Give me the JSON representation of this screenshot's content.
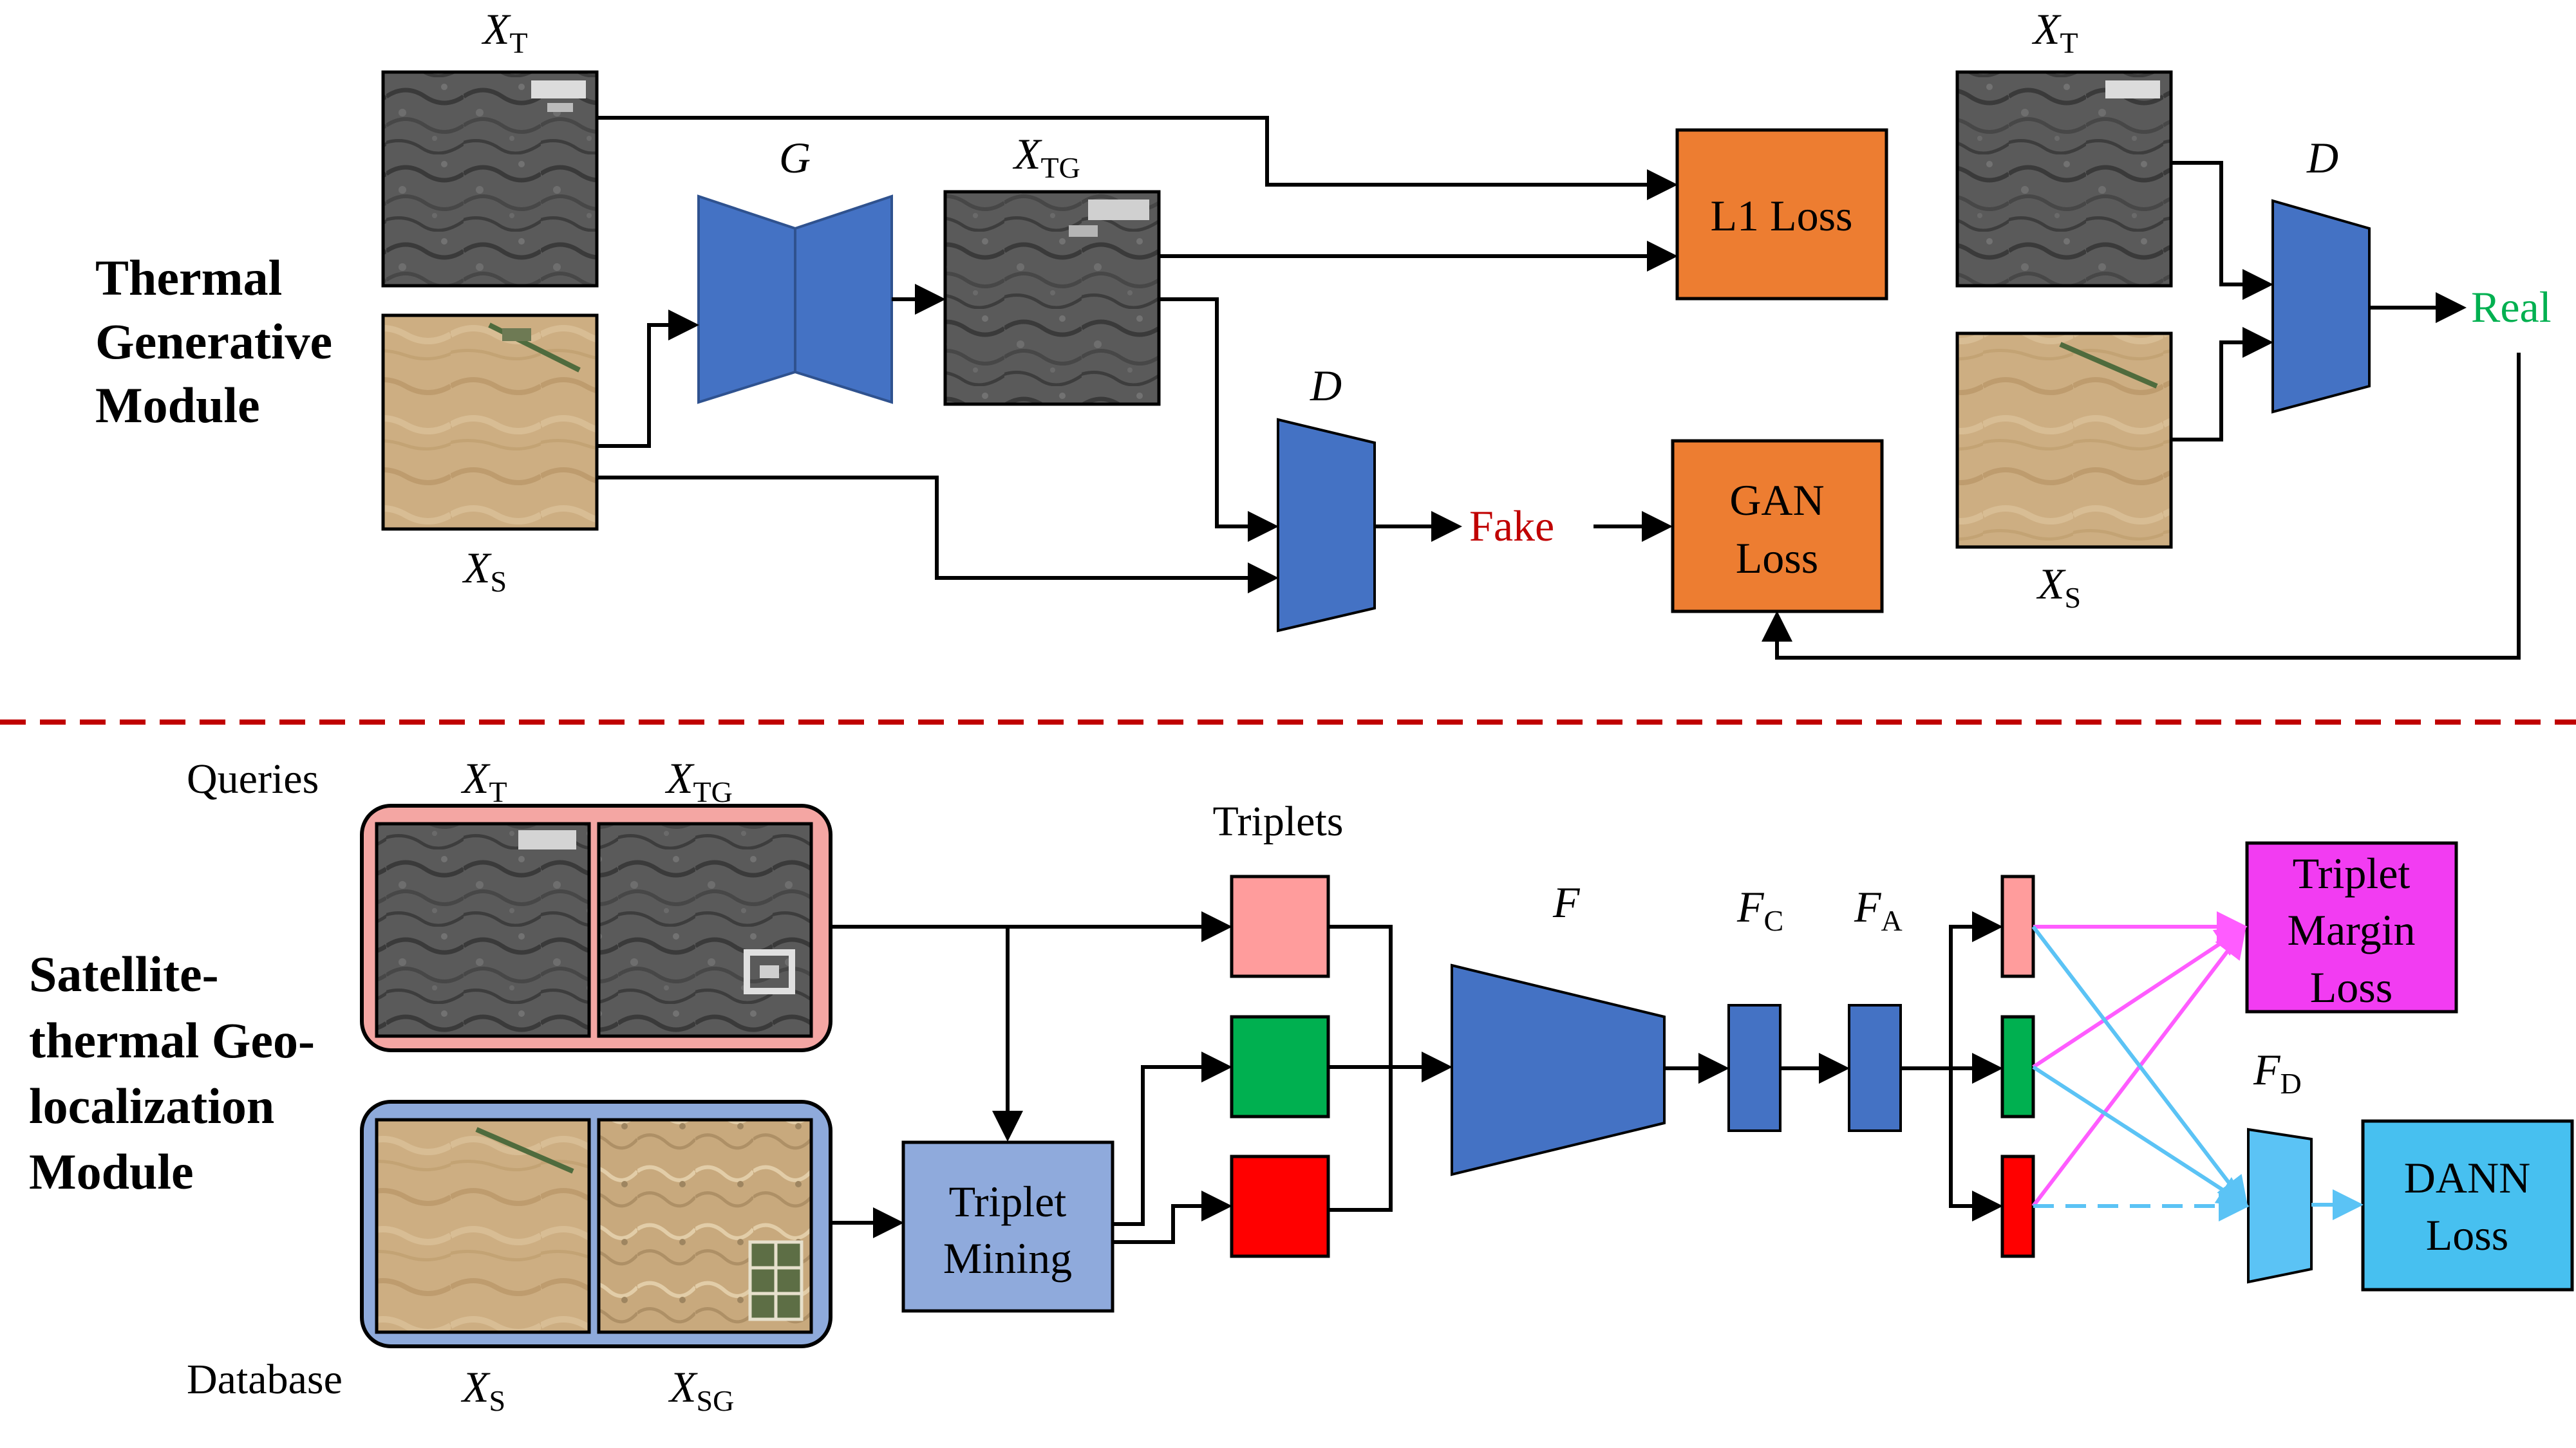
{
  "colors": {
    "blue_net": "#4472C4",
    "orange_loss": "#ED7D31",
    "fake_red": "#C00000",
    "real_green": "#00B050",
    "magenta": "#FF5CFF",
    "magenta_box": "#F23CF2",
    "cyan": "#5BC3F5",
    "cyan_box": "#47C0F0",
    "query_frame": "#F4A6A3",
    "db_frame": "#8EAADB",
    "mining_box": "#8FAADC",
    "triplet_pink": "#FF9C9C",
    "triplet_green": "#00B050",
    "triplet_red": "#FF0000",
    "separator": "#C00000"
  },
  "modules": {
    "top": {
      "line1": "Thermal",
      "line2": "Generative",
      "line3": "Module"
    },
    "bottom": {
      "line1": "Satellite-",
      "line2": "thermal Geo-",
      "line3": "localization",
      "line4": "Module"
    }
  },
  "symbols": {
    "X": "X",
    "T": "T",
    "S": "S",
    "TG": "TG",
    "SG": "SG",
    "G": "G",
    "D": "D",
    "F": "F",
    "FC_sub": "C",
    "FA_sub": "A",
    "FD_sub": "D"
  },
  "top": {
    "l1_loss": "L1 Loss",
    "gan_loss_line1": "GAN",
    "gan_loss_line2": "Loss",
    "fake": "Fake",
    "real": "Real"
  },
  "bottom": {
    "queries": "Queries",
    "database": "Database",
    "triplets": "Triplets",
    "mining_line1": "Triplet",
    "mining_line2": "Mining",
    "tml_line1": "Triplet",
    "tml_line2": "Margin",
    "tml_line3": "Loss",
    "dann_line1": "DANN",
    "dann_line2": "Loss"
  },
  "image_icons": [
    "thermal-image",
    "satellite-image",
    "generated-thermal-image",
    "generated-satellite-image"
  ]
}
